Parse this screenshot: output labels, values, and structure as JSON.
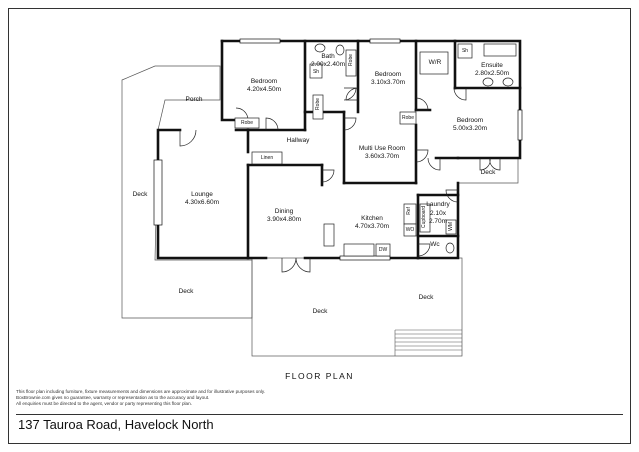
{
  "plan_title": "FLOOR PLAN",
  "address": "137 Tauroa Road, Havelock North",
  "disclaimer": [
    "This floor plan including furniture, fixture measurements and dimensions are approximate and for illustrative purposes only.",
    "BoxBrownie.com gives no guarantee, warranty or representation as to the accuracy and layout.",
    "All enquiries must be directed to the agent, vendor or party representing this floor plan."
  ],
  "rooms": {
    "bedroom_1": {
      "name": "Bedroom",
      "dims": "4.20x4.50m"
    },
    "bath": {
      "name": "Bath",
      "dims": "2.00x2.40m"
    },
    "bedroom_2": {
      "name": "Bedroom",
      "dims": "3.10x3.70m"
    },
    "ensuite": {
      "name": "Ensuite",
      "dims": "2.80x2.50m"
    },
    "bedroom_3": {
      "name": "Bedroom",
      "dims": "5.00x3.20m"
    },
    "multi_use": {
      "name": "Multi Use Room",
      "dims": "3.60x3.70m"
    },
    "lounge": {
      "name": "Lounge",
      "dims": "4.30x6.60m"
    },
    "dining": {
      "name": "Dining",
      "dims": "3.90x4.80m"
    },
    "kitchen": {
      "name": "Kitchen",
      "dims": "4.70x3.70m"
    },
    "laundry": {
      "name": "Laundry",
      "dims_1": "2.10x",
      "dims_2": "2.70m"
    }
  },
  "labels": {
    "porch": "Porch",
    "hallway": "Hallway",
    "linen": "Linen",
    "robe": "Robe",
    "wr": "W/R",
    "sh": "Sh",
    "wc": "Wc",
    "dw": "DW",
    "wo": "WO",
    "ref": "Ref",
    "cupboard": "Cupboard",
    "wm": "WM",
    "deck": "Deck"
  }
}
